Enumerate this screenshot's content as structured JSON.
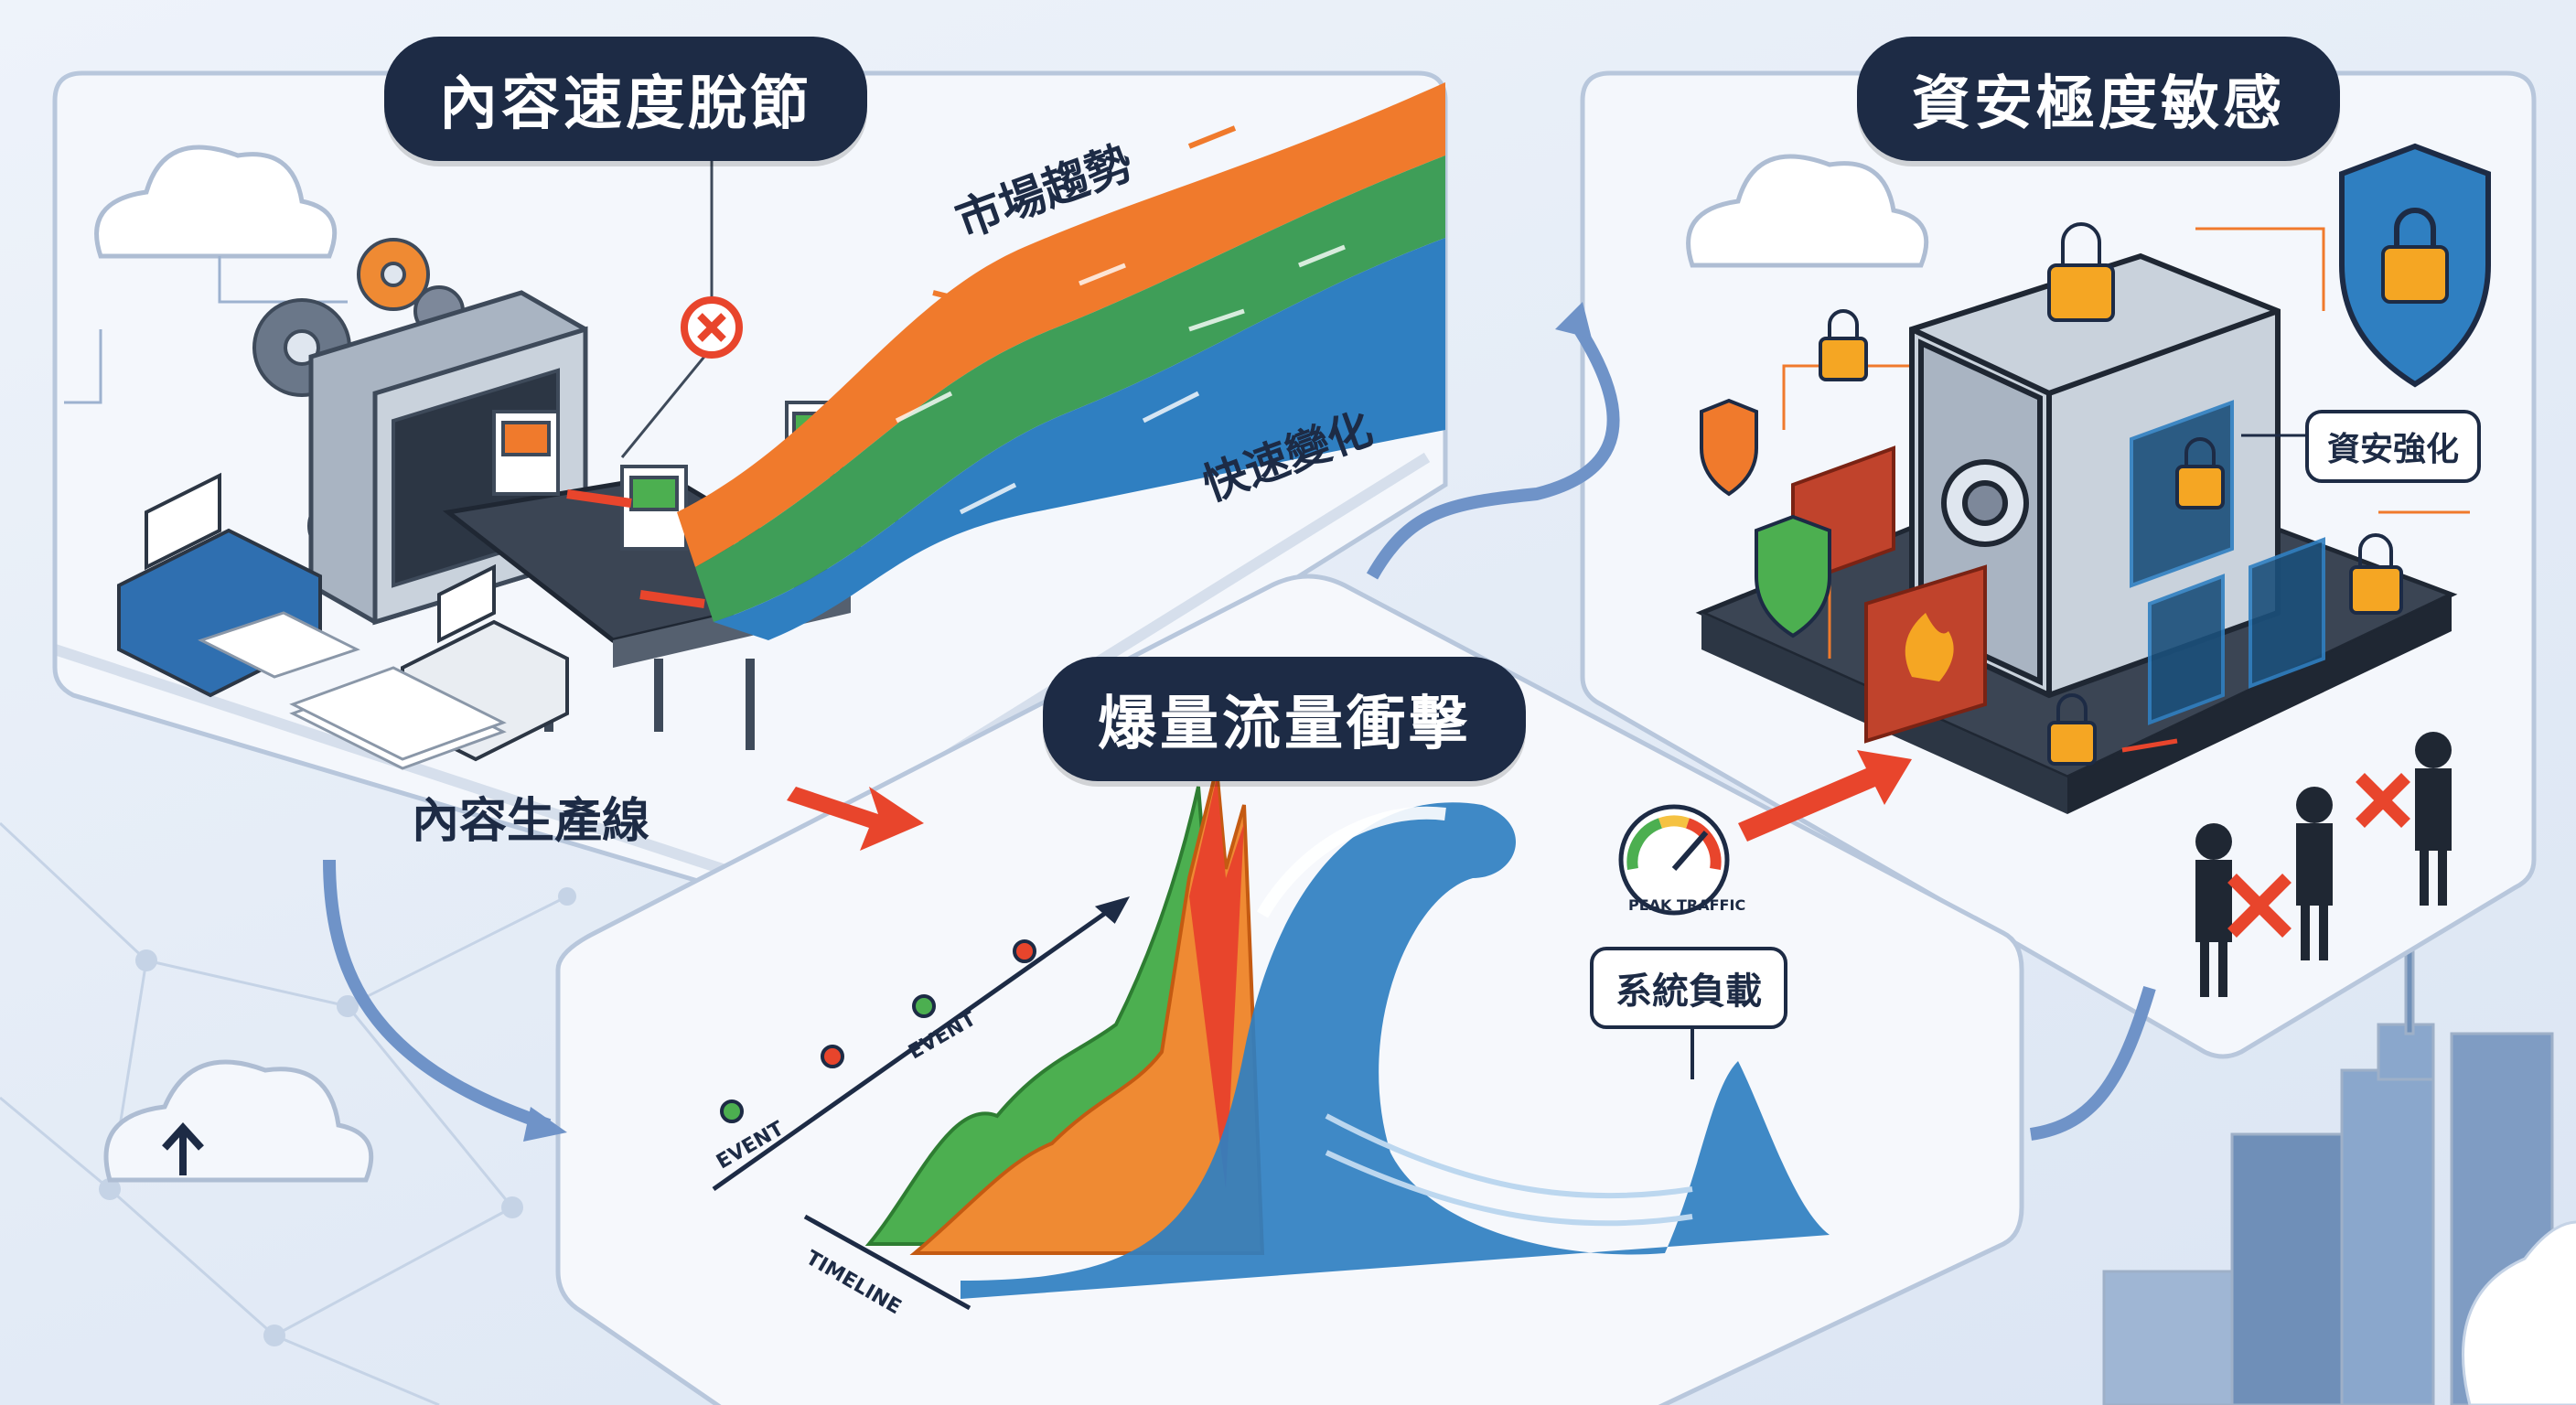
{
  "panels": {
    "content": {
      "title": "內容速度脫節",
      "line_label": "內容生產線",
      "trend_label": "市場趨勢",
      "change_label": "快速變化"
    },
    "traffic": {
      "title": "爆量流量衝擊",
      "load_label": "系統負載",
      "gauge_text": "PEAK TRAFFIC",
      "event_label": "EVENT",
      "timeline_label": "TIMELINE"
    },
    "security": {
      "title": "資安極度敏感",
      "hardening_label": "資安強化"
    }
  },
  "colors": {
    "navy": "#1d2b45",
    "orange": "#f07a2c",
    "green": "#4caf50",
    "blue": "#2f7fc1",
    "red": "#e8452c"
  }
}
